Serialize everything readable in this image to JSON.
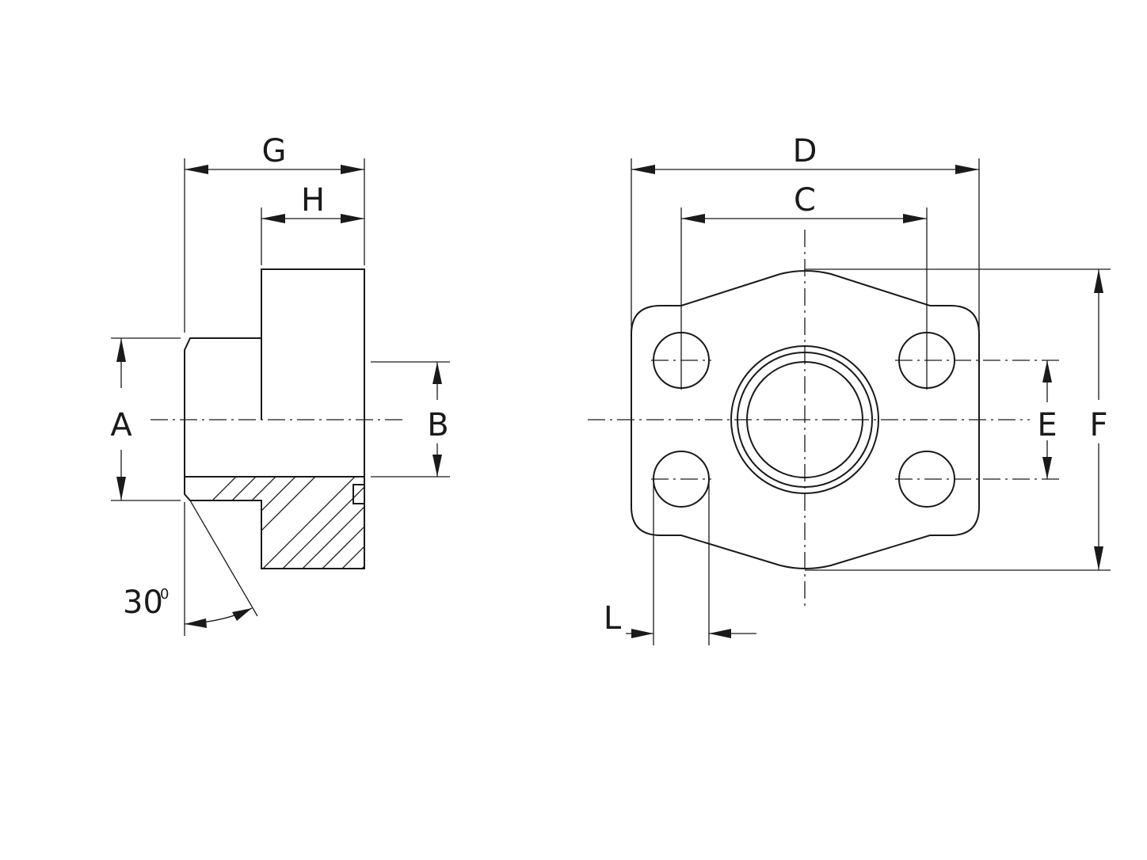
{
  "labels": {
    "G": "G",
    "H": "H",
    "A": "A",
    "B": "B",
    "angle_value": "30",
    "angle_unit": "0",
    "D": "D",
    "C": "C",
    "E": "E",
    "F": "F",
    "L": "L"
  },
  "colors": {
    "line": "#1a1a1a",
    "background": "#ffffff"
  }
}
